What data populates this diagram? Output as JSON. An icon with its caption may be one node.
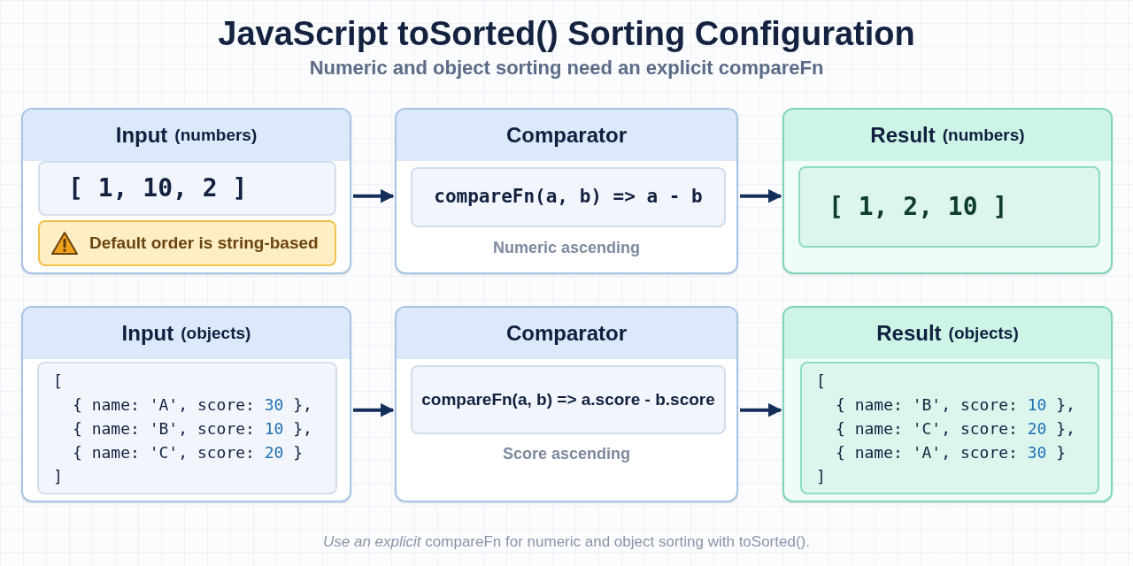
{
  "diagram": {
    "title": "JavaScript toSorted() Sorting Configuration",
    "caption": "*Use an explicit* compareFn for numeric and object sorting with toSorted().",
    "nodes": [
      {
        "text": [
          "Input",
          "(numbers)"
        ]
      },
      {
        "text": [
          "[ 1, 10, 2 ]"
        ],
        "in": 0
      },
      {
        "text": [
          "Default order is string-based"
        ],
        "in": 0
      },
      {
        "text": [
          "Comparator",
          "Numeric ascending"
        ]
      },
      {
        "text": [
          "compareFn(a, b) => a - b"
        ],
        "in": 3
      },
      {
        "text": [
          "Result",
          "(numbers)"
        ]
      },
      {
        "text": [
          "[ 1, 2, 10 ]"
        ],
        "in": 5
      },
      {
        "text": [
          "Input",
          "(objects)"
        ]
      },
      {
        "text": [
          "[",
          "{ name: 'A', score: 30 },",
          "{ name: 'B', score: 10 },",
          "{ name: 'C', score: 20 }",
          "]"
        ],
        "in": 7
      },
      {
        "text": [
          "Comparator",
          "Score ascending"
        ]
      },
      {
        "text": [
          "compareFn(a, b) => a.score - b.score"
        ],
        "in": 9
      },
      {
        "text": [
          "Result",
          "(objects)"
        ]
      },
      {
        "text": [
          "[",
          "{ name: 'B', score: 10 },",
          "{ name: 'C', score: 20 },",
          "{ name: 'A', score: 30 }",
          "]"
        ],
        "in": 11
      }
    ],
    "edges": [
      {
        "from": 0,
        "to": 3,
        "arrow": "to"
      },
      {
        "from": 3,
        "to": 5,
        "arrow": "to"
      },
      {
        "from": 7,
        "to": 9,
        "arrow": "to"
      },
      {
        "from": 9,
        "to": 11,
        "arrow": "to"
      }
    ],
    "labels": [
      "Numeric and object sorting need an explicit compareFn"
    ]
  }
}
